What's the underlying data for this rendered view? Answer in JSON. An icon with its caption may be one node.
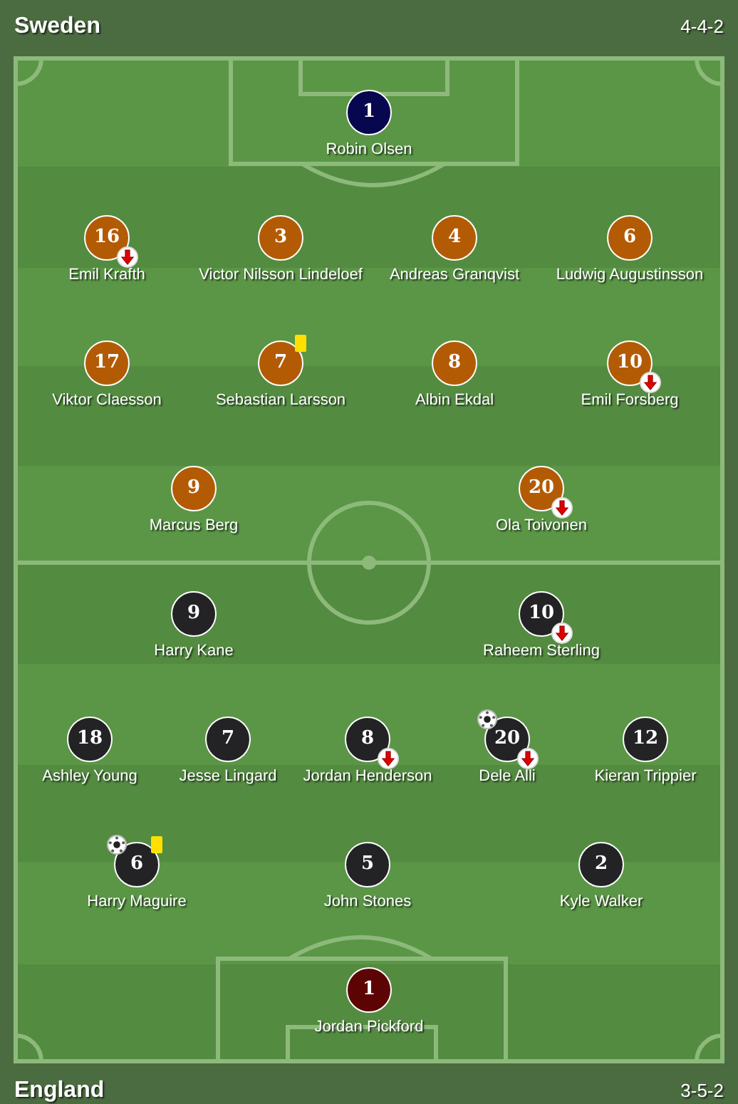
{
  "diagram": {
    "nodes": [
      {
        "text": [
          "1"
        ],
        "beside": [
          "Robin Olsen"
        ]
      },
      {
        "text": [
          "16"
        ],
        "beside": [
          "Emil Krafth"
        ]
      },
      {
        "text": [
          "3"
        ],
        "beside": [
          "Victor Nilsson Lindeloef"
        ]
      },
      {
        "text": [
          "4"
        ],
        "beside": [
          "Andreas Granqvist"
        ]
      },
      {
        "text": [
          "6"
        ],
        "beside": [
          "Ludwig Augustinsson"
        ]
      },
      {
        "text": [
          "17"
        ],
        "beside": [
          "Viktor Claesson"
        ]
      },
      {
        "text": [
          "7"
        ],
        "beside": [
          "Sebastian Larsson"
        ]
      },
      {
        "text": [
          "8"
        ],
        "beside": [
          "Albin Ekdal"
        ]
      },
      {
        "text": [
          "10"
        ],
        "beside": [
          "Emil Forsberg"
        ]
      },
      {
        "text": [
          "9"
        ],
        "beside": [
          "Marcus Berg"
        ]
      },
      {
        "text": [
          "20"
        ],
        "beside": [
          "Ola Toivonen"
        ]
      },
      {
        "text": [
          "9"
        ],
        "beside": [
          "Harry Kane"
        ]
      },
      {
        "text": [
          "10"
        ],
        "beside": [
          "Raheem Sterling"
        ]
      },
      {
        "text": [
          "18"
        ],
        "beside": [
          "Ashley Young"
        ]
      },
      {
        "text": [
          "7"
        ],
        "beside": [
          "Jesse Lingard"
        ]
      },
      {
        "text": [
          "8"
        ],
        "beside": [
          "Jordan Henderson"
        ]
      },
      {
        "text": [
          "20"
        ],
        "beside": [
          "Dele Alli"
        ]
      },
      {
        "text": [
          "12"
        ],
        "beside": [
          "Kieran Trippier"
        ]
      },
      {
        "text": [
          "6"
        ],
        "beside": [
          "Harry Maguire"
        ]
      },
      {
        "text": [
          "5"
        ],
        "beside": [
          "John Stones"
        ]
      },
      {
        "text": [
          "2"
        ],
        "beside": [
          "Kyle Walker"
        ]
      },
      {
        "text": [
          "1"
        ],
        "beside": [
          "Jordan Pickford"
        ]
      }
    ],
    "edges": [],
    "labels": [
      "Sweden",
      "4-4-2",
      "England",
      "3-5-2"
    ]
  }
}
